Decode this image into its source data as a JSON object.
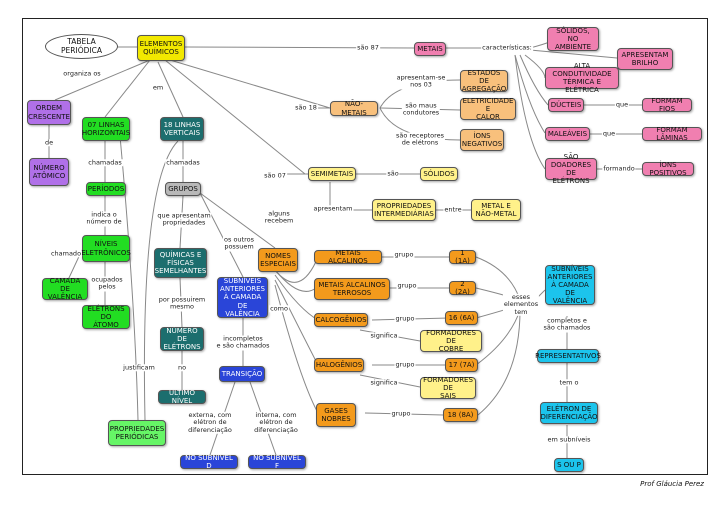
{
  "nodes": {
    "elementos": "ELEMENTOS\nQUÍMICOS",
    "tabela": "TABELA PERIÓDICA",
    "ordem": "ORDEM\nCRESCENTE",
    "numero_atomico": "NÚMERO\nATÔMICO",
    "linhas_horiz": "07 LINHAS\nHORIZONTAIS",
    "linhas_vert": "18 LINHAS\nVERTICAIS",
    "periodos": "PERÍODOS",
    "niveis": "NÍVEIS\nELETRÔNICOS",
    "camada": "CAMADA DE\nVALÊNCIA",
    "eletrons_atomo": "ELÉTRONS DO\nÁTOMO",
    "prop_periodicas": "PROPRIEDADES\nPERIÓDICAS",
    "grupos": "GRUPOS",
    "quimicas": "QUÍMICAS E\nFÍSICAS\nSEMELHANTES",
    "num_eletrons": "NÚMERO DE\nELÉTRONS",
    "ultimo_nivel": "ÚLTIMO NÍVEL",
    "subniveis_ant": "SUBNÍVEIS\nANTERIORES\nÀ CAMADA\nDE VALÊNCIA",
    "transicao": "TRANSIÇÃO",
    "no_subnivel_d": "NO SUBNÍVEL D",
    "no_subnivel_f": "NO SUBNÍVEL F",
    "nomes_especiais": "NOMES\nESPECIAIS",
    "metais": "METAIS",
    "nao_metais": "NÃO-METAIS",
    "semimetais": "SEMIMETAIS",
    "solidos_sm": "SÓLIDOS",
    "prop_inter": "PROPRIEDADES\nINTERMEDIÁRIAS",
    "metal_nao": "METAL E\nNÃO-METAL",
    "estados": "ESTADOS DE\nAGREGAÇÃO",
    "eletricidade": "ELETRICIDADE E\nCALOR",
    "ions_neg": "ÍONS\nNEGATIVOS",
    "solidos_amb": "SÓLIDOS,\nNO AMBIENTE",
    "brilho": "APRESENTAM\nBRILHO",
    "alta_cond": "ALTA CONDUTIVIDADE\nTÉRMICA E ELÉTRICA",
    "ducteis": "DÚCTEIS",
    "fios": "FORMAM FIOS",
    "maleaveis": "MALEÁVEIS",
    "laminas": "FORMAM LÂMINAS",
    "doadores": "SÃO DOADORES\nDE ELÉTRONS",
    "ions_pos": "ÍONS POSITIVOS",
    "alcalinos": "METAIS ALCALINOS",
    "alc_terrosos": "METAIS ALCALINOS\nTERROSOS",
    "calcogenios": "CALCOGÊNIOS",
    "halogenios": "HALOGÊNIOS",
    "gases": "GASES\nNOBRES",
    "g1": "1 (1A)",
    "g2": "2 (2A)",
    "g16": "16 (6A)",
    "g17": "17 (7A)",
    "g18": "18 (8A)",
    "form_cobre": "FORMADORES DE\nCOBRE",
    "form_sais": "FORMADORES DE\nSAIS",
    "subniveis_ant2": "SUBNÍVEIS\nANTERIORES\nÀ CAMADA\nDE VALÊNCIA",
    "representativos": "REPRESENTATIVOS",
    "eletron_dif": "ELÉTRON DE\nDIFERENCIAÇÃO",
    "s_ou_p": "S OU P"
  },
  "labels": {
    "organiza": "organiza os",
    "em": "em",
    "de": "de",
    "chamadas1": "chamadas",
    "indica": "indica o\nnúmero de",
    "chamado": "chamado",
    "ocupados": "ocupados\npelos",
    "justificam": "justificam",
    "chamadas2": "chamadas",
    "que_apresentam": "que apresentam\npropriedades",
    "alguns": "alguns\nrecebem",
    "os_outros": "os outros\npossuem",
    "por_possuirem": "por possuirem\nmesmo",
    "no": "no",
    "incompletos": "incompletos\ne são chamados",
    "externa": "externa, com\nelétron de\ndiferenciação",
    "interna": "interna, com\nelétron de\ndiferenciação",
    "como": "como",
    "sao87": "são 87",
    "caracteristicas": "características:",
    "apresentam_se": "apresentam-se\nnos 03",
    "maus": "são maus\ncondutores",
    "receptores": "são receptores\nde elétrons",
    "sao18": "são 18",
    "sao07": "são 07",
    "sao": "são",
    "apresentam": "apresentam",
    "entre": "entre",
    "que1": "que",
    "que2": "que",
    "formando": "formando",
    "grupo1": "grupo",
    "grupo2": "grupo",
    "grupo3": "grupo",
    "grupo4": "grupo",
    "grupo5": "grupo",
    "significa1": "significa",
    "significa2": "significa",
    "esses": "esses\nelementos\ntem",
    "completos": "completos e\nsão chamados",
    "tem_o": "tem o",
    "em_subniveis": "em subníveis"
  },
  "credit": "Prof Gláucia Perez",
  "colors": {
    "yellow": "#f2e800",
    "pink": "#f07fb0",
    "purple": "#b070e8",
    "green": "#22dd22",
    "teal": "#1c6e6e",
    "gray": "#b8b8b8",
    "peach": "#f8c07c",
    "light_yellow": "#fff18a",
    "orange": "#f39a1c",
    "cyan": "#1cc4ec",
    "blue": "#2a45d8"
  }
}
